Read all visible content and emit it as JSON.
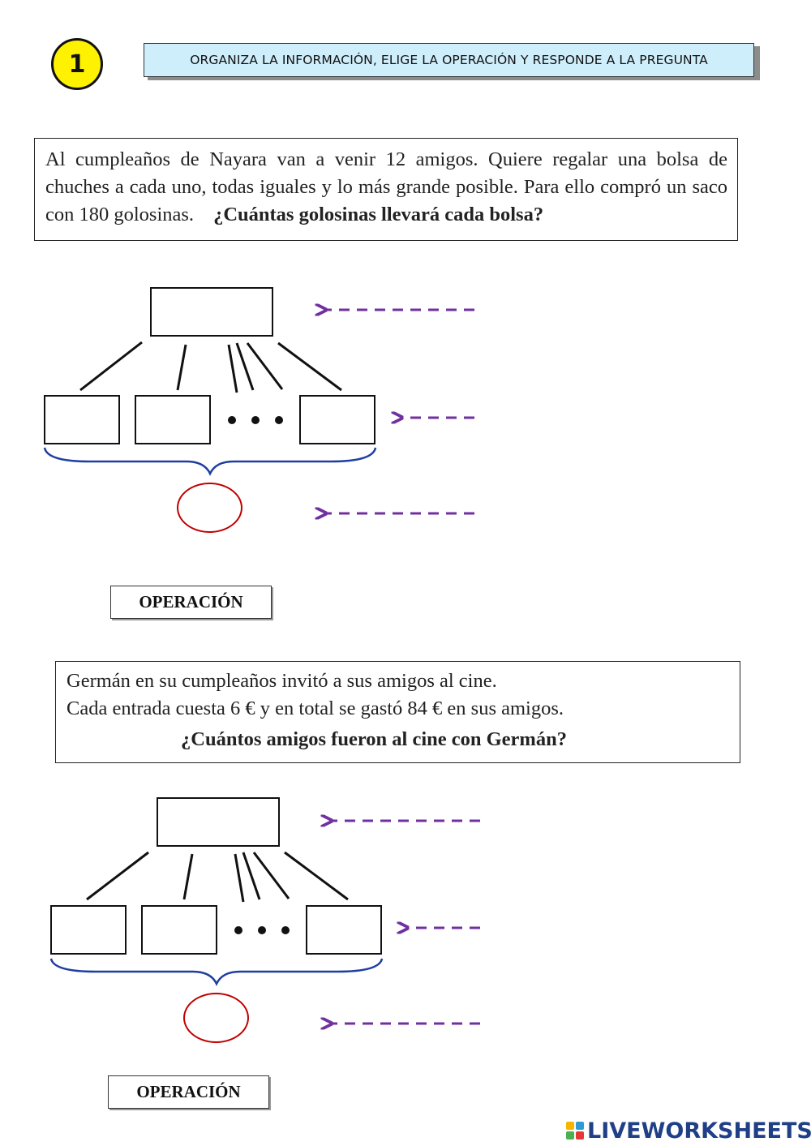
{
  "header": {
    "number": "1",
    "instruction": "ORGANIZA LA INFORMACIÓN, ELIGE LA OPERACIÓN Y RESPONDE A LA PREGUNTA"
  },
  "problems": [
    {
      "text": "Al cumpleaños de Nayara van a venir 12 amigos. Quiere regalar una bolsa de chuches a cada uno, todas iguales y lo más grande posible. Para ello compró un saco con 180 golosinas.",
      "question": "¿Cuántas golosinas llevará cada bolsa?",
      "operation_label": "OPERACIÓN"
    },
    {
      "line1": "Germán en su cumpleaños invitó a sus amigos al cine.",
      "line2": "Cada entrada cuesta 6 € y en total se gastó 84 € en sus amigos.",
      "question": "¿Cuántos amigos fueron al cine con Germán?",
      "operation_label": "OPERACIÓN"
    }
  ],
  "colors": {
    "badge": "#fff200",
    "banner": "#cfeefb",
    "arrow": "#7030a0",
    "brace": "#1f3fa0",
    "ellipse": "#c00000"
  },
  "footer": {
    "logo": "LIVEWORKSHEETS"
  }
}
